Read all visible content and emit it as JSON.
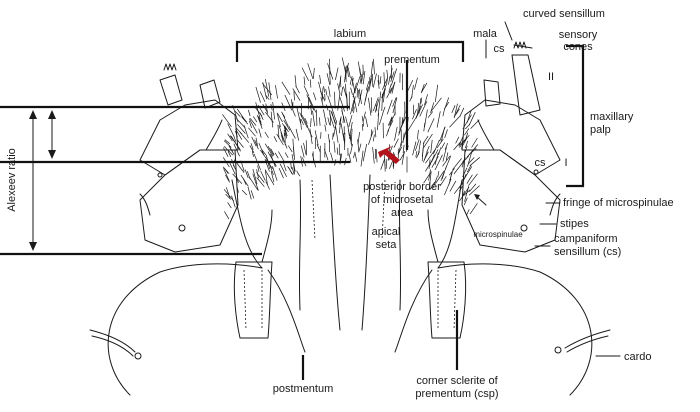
{
  "labels": {
    "labium": "labium",
    "prementum": "prementum",
    "mala": "mala",
    "cs_top": "cs",
    "curved_sensillum": "curved sensillum",
    "sensory_cones_1": "sensory",
    "sensory_cones_2": "cones",
    "roman_two": "II",
    "maxillary_palp_1": "maxillary",
    "maxillary_palp_2": "palp",
    "cs_mid": "cs",
    "roman_one": "I",
    "posterior_border_1": "posterior border",
    "posterior_border_2": "of microsetal",
    "posterior_border_3": "area",
    "fringe": "fringe of microspinulae",
    "apical_seta_1": "apical",
    "apical_seta_2": "seta",
    "microspinulae": "microspinulae",
    "stipes": "stipes",
    "campaniform_1": "campaniform",
    "campaniform_2": "sensillum (cs)",
    "alexeev_ratio": "Alexeev ratio",
    "cardo": "cardo",
    "postmentum": "postmentum",
    "corner_sclerite_1": "corner sclerite of",
    "corner_sclerite_2": "prementum (csp)"
  },
  "colors": {
    "ink": "#1a1a1a",
    "arrow": "#b3141b"
  }
}
